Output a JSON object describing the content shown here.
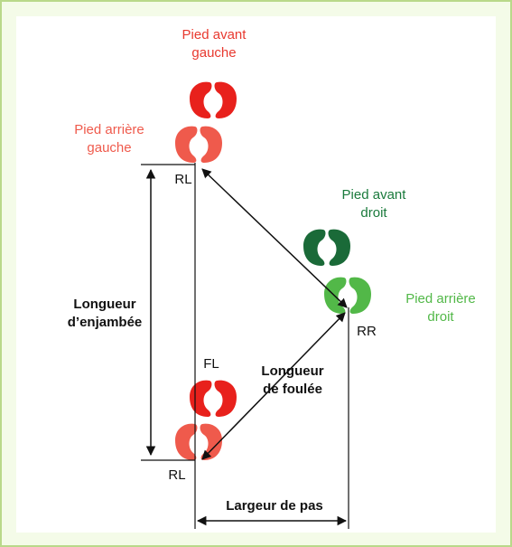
{
  "labels": {
    "front_left": [
      "Pied avant",
      "gauche"
    ],
    "hind_left": [
      "Pied arrière",
      "gauche"
    ],
    "front_right": [
      "Pied avant",
      "droit"
    ],
    "hind_right": [
      "Pied arrière",
      "droit"
    ],
    "rl_top": "RL",
    "rl_bottom": "RL",
    "fl": "FL",
    "rr": "RR",
    "enjambee": [
      "Longueur",
      "d’enjambée"
    ],
    "foulee": [
      "Longueur",
      "de foulée"
    ],
    "largeur": "Largeur de pas"
  },
  "colors": {
    "front_left": "#e8211c",
    "hind_left": "#ef5a4c",
    "front_right": "#1a6a38",
    "hind_right": "#52b848",
    "frame_border": "#b9d98a",
    "frame_bg": "#f4fbe8"
  }
}
